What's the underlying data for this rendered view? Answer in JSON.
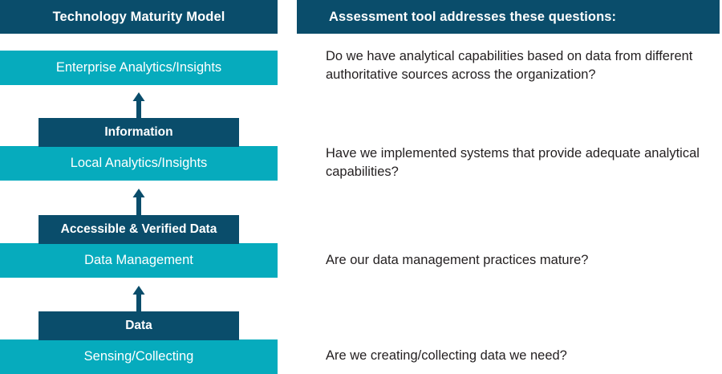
{
  "left_panel": {
    "header": "Technology Maturity Model",
    "levels": [
      {
        "teal_label": "Enterprise Analytics/Insights",
        "dark_label": null
      },
      {
        "teal_label": "Local Analytics/Insights",
        "dark_label": "Information"
      },
      {
        "teal_label": "Data Management",
        "dark_label": "Accessible & Verified Data"
      },
      {
        "teal_label": "Sensing/Collecting",
        "dark_label": "Data"
      }
    ],
    "arrows": [
      {
        "name": "arrow-up-information-to-enterprise"
      },
      {
        "name": "arrow-up-accessible-to-information"
      },
      {
        "name": "arrow-up-data-to-accessible"
      }
    ]
  },
  "right_panel": {
    "header": "Assessment tool addresses these questions:",
    "questions": [
      "Do we have analytical capabilities based on data from different authoritative sources across the organization?",
      "Have we implemented systems that provide adequate analytical capabilities?",
      "Are our data management practices mature?",
      "Are we creating/collecting data we need?"
    ]
  },
  "colors": {
    "dark_navy": "#0a4d6b",
    "teal": "#06abbd",
    "text_dark": "#231f20",
    "white": "#ffffff"
  }
}
